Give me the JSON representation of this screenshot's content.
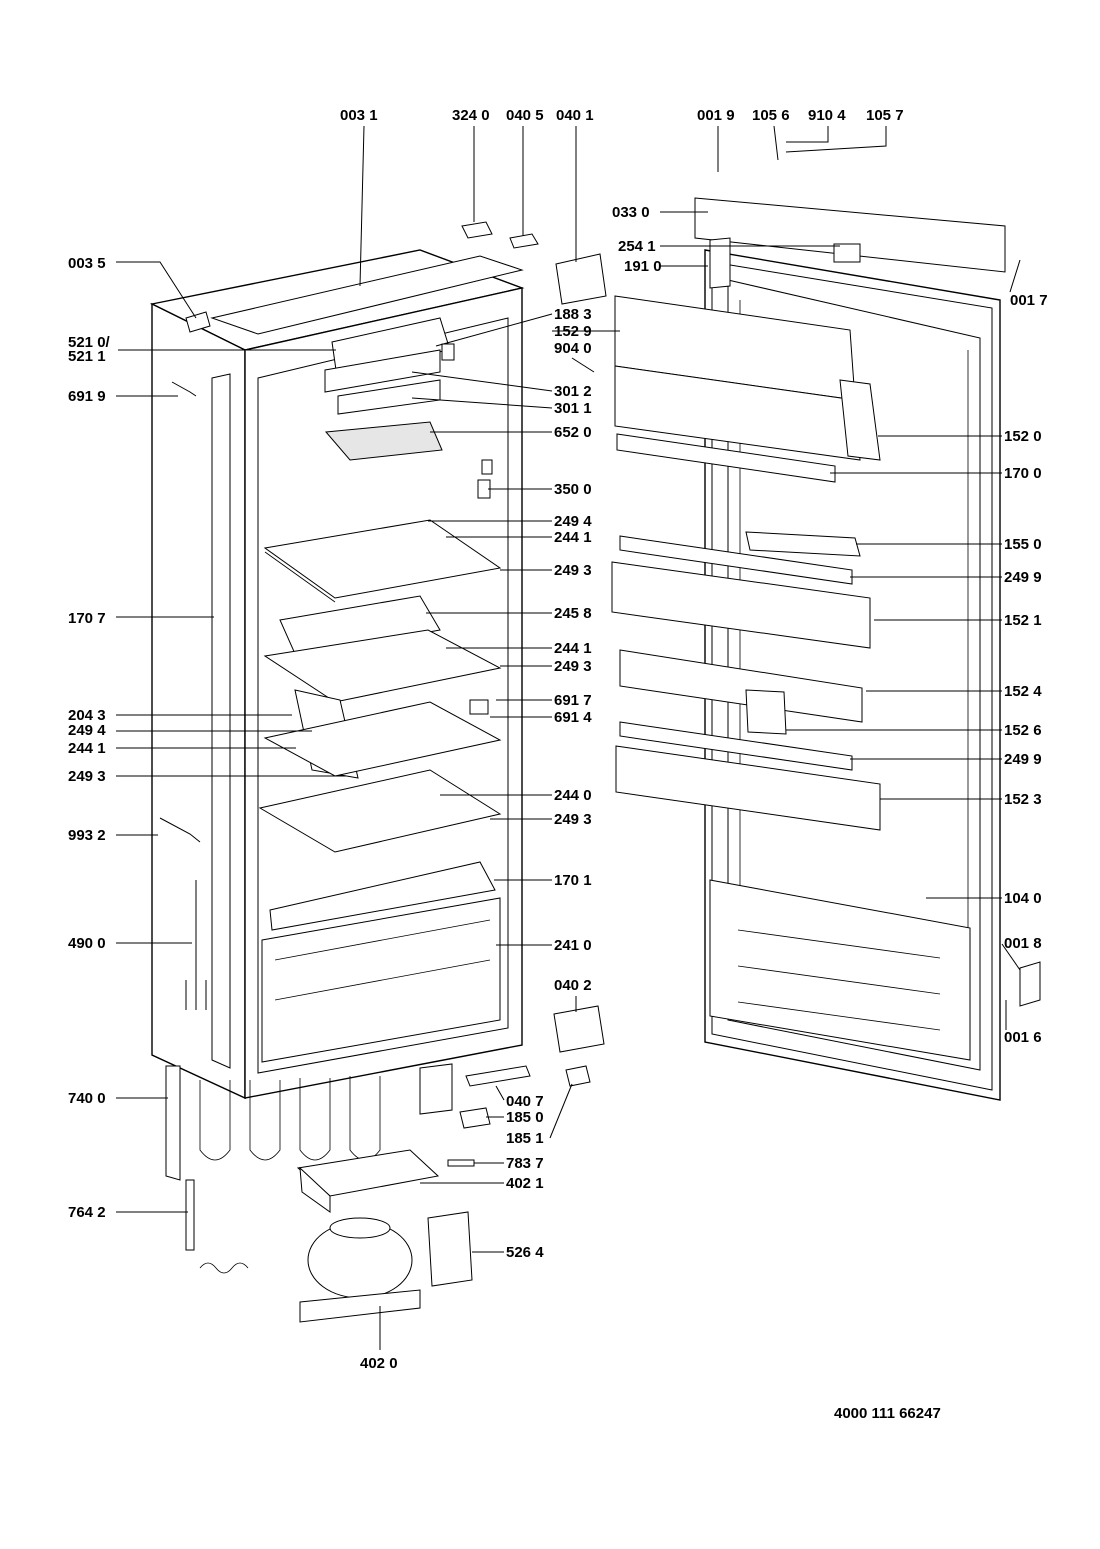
{
  "doc_number": "4000 111 66247",
  "callouts": [
    {
      "id": "c0031",
      "text": "003 1"
    },
    {
      "id": "c3240",
      "text": "324 0"
    },
    {
      "id": "c0405",
      "text": "040 5"
    },
    {
      "id": "c0401",
      "text": "040 1"
    },
    {
      "id": "c0019",
      "text": "001 9"
    },
    {
      "id": "c1056",
      "text": "105 6"
    },
    {
      "id": "c9104",
      "text": "910 4"
    },
    {
      "id": "c1057",
      "text": "105 7"
    },
    {
      "id": "c0330",
      "text": "033 0"
    },
    {
      "id": "c2541",
      "text": "254 1"
    },
    {
      "id": "c1910",
      "text": "191 0"
    },
    {
      "id": "c0017",
      "text": "001 7"
    },
    {
      "id": "c0035",
      "text": "003 5"
    },
    {
      "id": "c1883",
      "text": "188 3"
    },
    {
      "id": "c1529",
      "text": "152 9"
    },
    {
      "id": "c9040",
      "text": "904 0"
    },
    {
      "id": "c5210",
      "text": "521 0/"
    },
    {
      "id": "c5211",
      "text": "521 1"
    },
    {
      "id": "c6919",
      "text": "691 9"
    },
    {
      "id": "c3012",
      "text": "301 2"
    },
    {
      "id": "c3011",
      "text": "301 1"
    },
    {
      "id": "c6520",
      "text": "652 0"
    },
    {
      "id": "c1520",
      "text": "152 0"
    },
    {
      "id": "c1700",
      "text": "170 0"
    },
    {
      "id": "c3500",
      "text": "350 0"
    },
    {
      "id": "c2494a",
      "text": "249 4"
    },
    {
      "id": "c2441a",
      "text": "244 1"
    },
    {
      "id": "c1550",
      "text": "155 0"
    },
    {
      "id": "c2493a",
      "text": "249 3"
    },
    {
      "id": "c2499a",
      "text": "249 9"
    },
    {
      "id": "c2458",
      "text": "245 8"
    },
    {
      "id": "c1707",
      "text": "170 7"
    },
    {
      "id": "c1521",
      "text": "152 1"
    },
    {
      "id": "c2441b",
      "text": "244 1"
    },
    {
      "id": "c2493b",
      "text": "249 3"
    },
    {
      "id": "c1524",
      "text": "152 4"
    },
    {
      "id": "c6917",
      "text": "691 7"
    },
    {
      "id": "c2043",
      "text": "204 3"
    },
    {
      "id": "c6914",
      "text": "691 4"
    },
    {
      "id": "c2494b",
      "text": "249 4"
    },
    {
      "id": "c1526",
      "text": "152 6"
    },
    {
      "id": "c2441c",
      "text": "244 1"
    },
    {
      "id": "c2493c",
      "text": "249 3"
    },
    {
      "id": "c2499b",
      "text": "249 9"
    },
    {
      "id": "c2440",
      "text": "244 0"
    },
    {
      "id": "c1523",
      "text": "152 3"
    },
    {
      "id": "c2493d",
      "text": "249 3"
    },
    {
      "id": "c9932",
      "text": "993 2"
    },
    {
      "id": "c1701",
      "text": "170 1"
    },
    {
      "id": "c1040",
      "text": "104 0"
    },
    {
      "id": "c0018",
      "text": "001 8"
    },
    {
      "id": "c4900",
      "text": "490 0"
    },
    {
      "id": "c2410",
      "text": "241 0"
    },
    {
      "id": "c0402",
      "text": "040 2"
    },
    {
      "id": "c0016",
      "text": "001 6"
    },
    {
      "id": "c7400",
      "text": "740 0"
    },
    {
      "id": "c0407",
      "text": "040 7"
    },
    {
      "id": "c1850",
      "text": "185 0"
    },
    {
      "id": "c1851",
      "text": "185 1"
    },
    {
      "id": "c7837",
      "text": "783 7"
    },
    {
      "id": "c4021",
      "text": "402 1"
    },
    {
      "id": "c7642",
      "text": "764 2"
    },
    {
      "id": "c5264",
      "text": "526 4"
    },
    {
      "id": "c4020",
      "text": "402 0"
    }
  ]
}
